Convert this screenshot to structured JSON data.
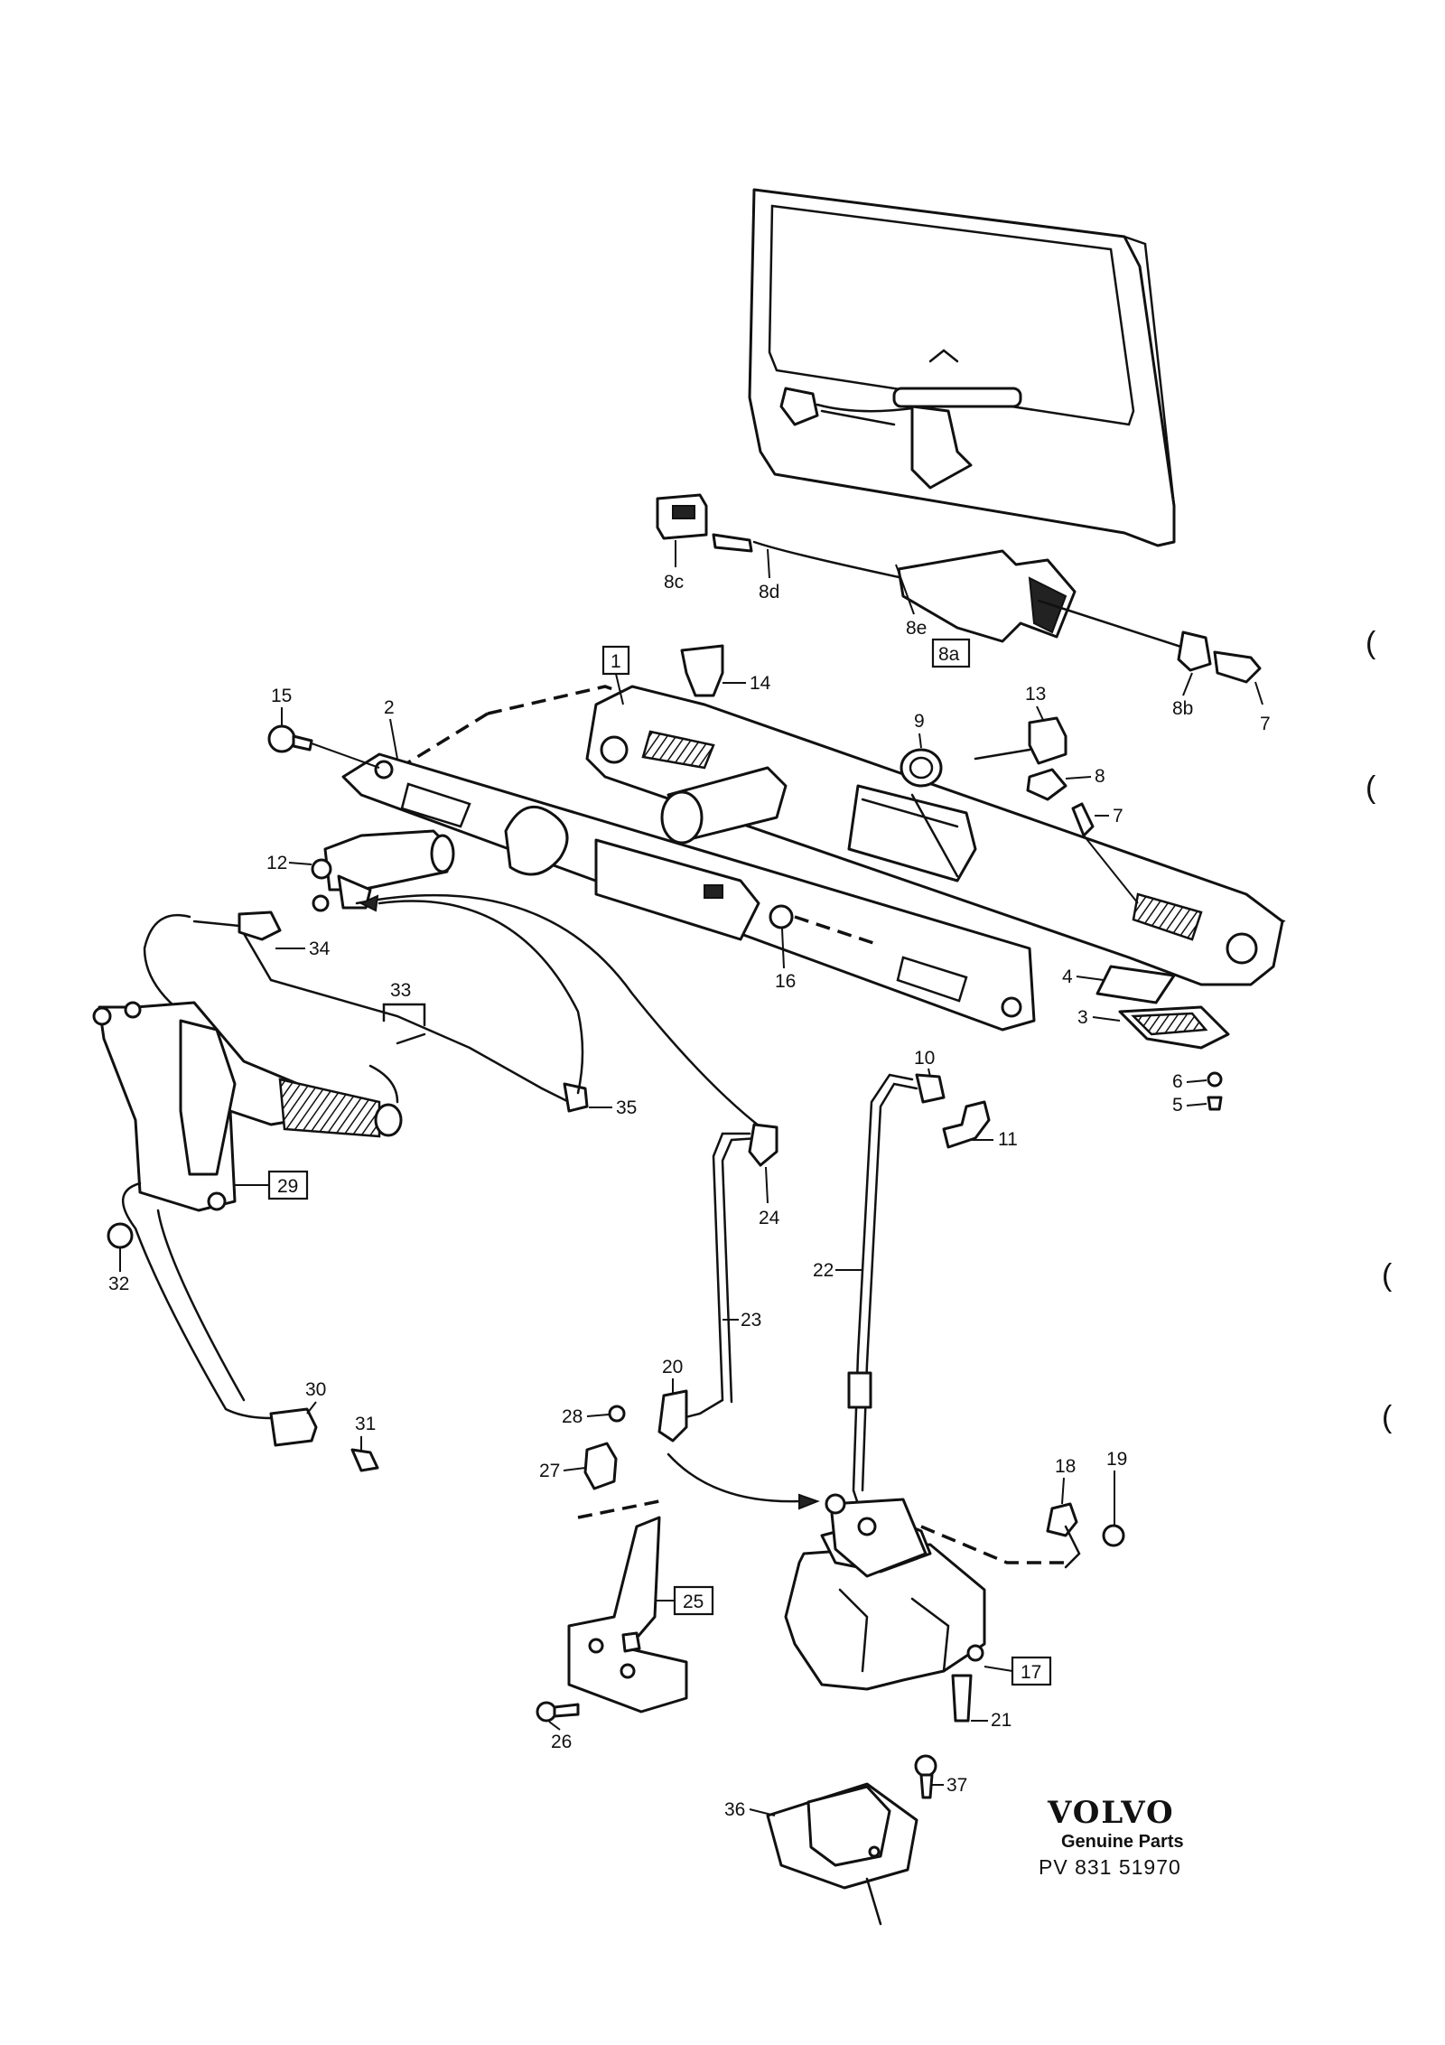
{
  "labels": {
    "l1": "1",
    "l2": "2",
    "l3": "3",
    "l4": "4",
    "l5": "5",
    "l6": "6",
    "l7a": "7",
    "l7b": "7",
    "l8": "8",
    "l8a": "8a",
    "l8b": "8b",
    "l8c": "8c",
    "l8d": "8d",
    "l8e": "8e",
    "l9": "9",
    "l10": "10",
    "l11": "11",
    "l12": "12",
    "l13": "13",
    "l14": "14",
    "l15": "15",
    "l16": "16",
    "l17": "17",
    "l18": "18",
    "l19": "19",
    "l20": "20",
    "l21": "21",
    "l22": "22",
    "l23": "23",
    "l24": "24",
    "l25": "25",
    "l26": "26",
    "l27": "27",
    "l28": "28",
    "l29": "29",
    "l30": "30",
    "l31": "31",
    "l32": "32",
    "l33": "33",
    "l34": "34",
    "l35": "35",
    "l36": "36",
    "l37": "37"
  },
  "margin_marks": [
    "(",
    "(",
    "(",
    "("
  ],
  "branding": {
    "logo": "VOLVO",
    "subtitle": "Genuine Parts",
    "code": "PV 831 51970"
  }
}
